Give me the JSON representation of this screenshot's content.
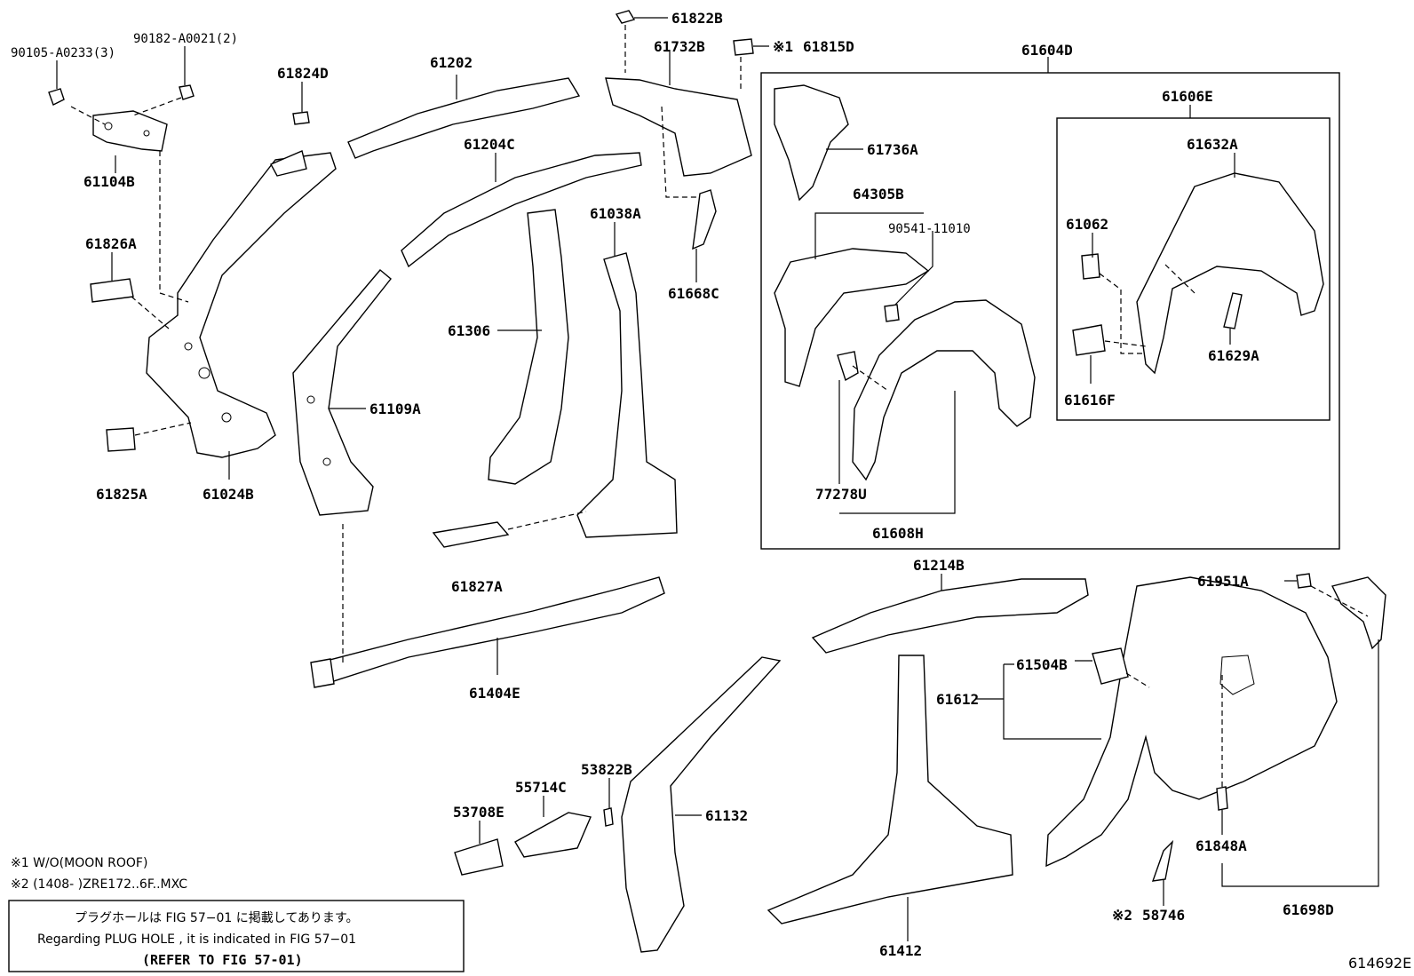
{
  "parts": {
    "p90105": "90105-A0233(3)",
    "p90182": "90182-A0021(2)",
    "p61824D": "61824D",
    "p61202": "61202",
    "p61822B": "61822B",
    "p61732B": "61732B",
    "p61815D": "61815D",
    "p61604D": "61604D",
    "p61104B": "61104B",
    "p61204C": "61204C",
    "p61038A": "61038A",
    "p61736A": "61736A",
    "p61606E": "61606E",
    "p61632A": "61632A",
    "p64305B": "64305B",
    "p90541": "90541-11010",
    "p61062": "61062",
    "p61826A": "61826A",
    "p61668C": "61668C",
    "p61306": "61306",
    "p61109A": "61109A",
    "p61629A": "61629A",
    "p61616F": "61616F",
    "p77278U": "77278U",
    "p61825A": "61825A",
    "p61024B": "61024B",
    "p61608H": "61608H",
    "p61827A": "61827A",
    "p61214B": "61214B",
    "p61951A": "61951A",
    "p61404E": "61404E",
    "p61504B": "61504B",
    "p61612": "61612",
    "p53822B": "53822B",
    "p55714C": "55714C",
    "p61132": "61132",
    "p53708E": "53708E",
    "p61848A": "61848A",
    "p58746": "58746",
    "p61698D": "61698D",
    "p61412": "61412"
  },
  "markers": {
    "m1": "※1",
    "m2": "※2"
  },
  "notes": {
    "note1": "※1 W/O(MOON ROOF)",
    "note2": "※2 (1408-        )ZRE172..6F..MXC"
  },
  "plug_hole": {
    "jp": "プラグホールは FIG 57−01 に掲載してあります。",
    "en": "Regarding  PLUG  HOLE , it is indicated in  FIG  57−01",
    "refer": "(REFER TO FIG 57-01)"
  },
  "figure_id": "614692E"
}
